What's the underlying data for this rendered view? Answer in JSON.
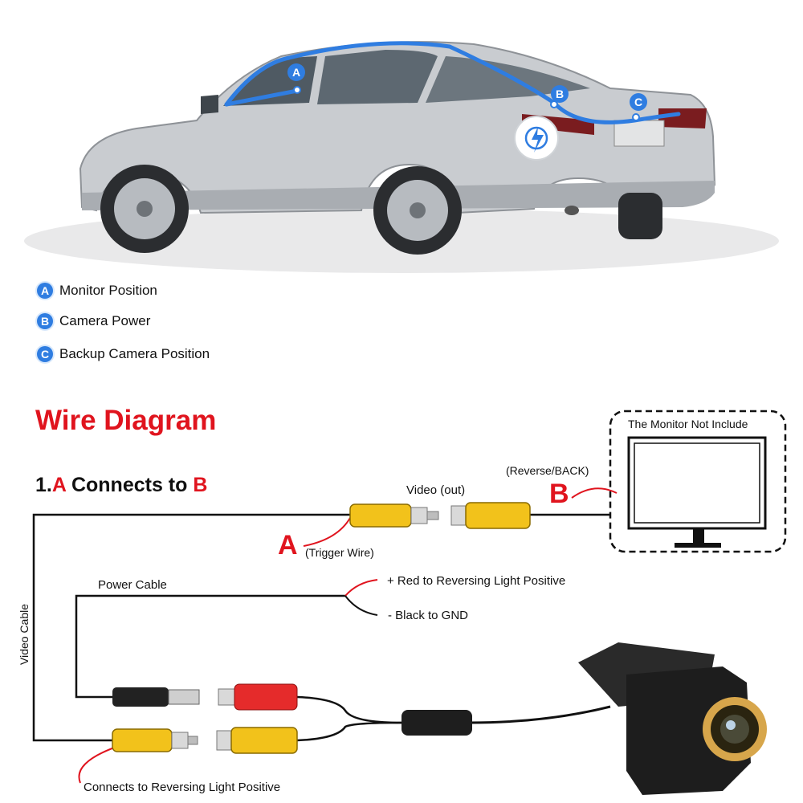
{
  "car_markers": {
    "a": "A",
    "b": "B",
    "c": "C"
  },
  "legend": [
    {
      "badge": "A",
      "label": "Monitor Position"
    },
    {
      "badge": "B",
      "label": "Camera Power"
    },
    {
      "badge": "C",
      "label": "Backup Camera Position"
    }
  ],
  "title": "Wire Diagram",
  "step": {
    "prefix": "1.",
    "from": "A",
    "middle": " Connects to ",
    "to": "B"
  },
  "labels": {
    "video_out": "Video (out)",
    "reverse_back": "(Reverse/BACK)",
    "letter_b": "B",
    "letter_a": "A",
    "trigger_wire": "(Trigger Wire)",
    "monitor_not_include": "The Monitor Not Include",
    "power_cable": "Power Cable",
    "red_wire": "+ Red to Reversing Light Positive",
    "black_wire": "- Black to GND",
    "video_cable": "Video Cable",
    "reversing_light": "Connects to Reversing Light Positive"
  },
  "colors": {
    "accent_red": "#e0141e",
    "marker_blue": "#2f7de1",
    "connector_yellow": "#f2c21b",
    "connector_red": "#e52b2b",
    "car_silver": "#c9ccd0"
  },
  "icons": [
    "power-icon"
  ]
}
